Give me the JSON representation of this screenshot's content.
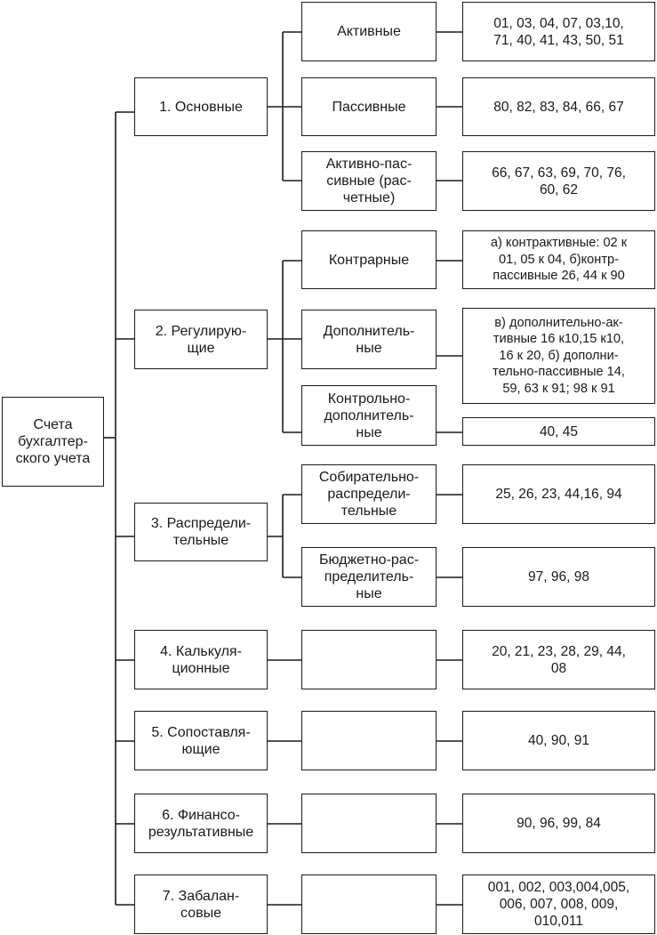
{
  "root": {
    "label": "Счета\nбухгалтер-\nского учета"
  },
  "groups": [
    {
      "label": "1. Основные",
      "items": [
        {
          "label": "Активные",
          "accounts": "01, 03, 04, 07, 03,10,\n71, 40, 41, 43, 50, 51"
        },
        {
          "label": "Пассивные",
          "accounts": "80, 82, 83, 84, 66, 67"
        },
        {
          "label": "Активно-пас-\nсивные (рас-\nчетные)",
          "accounts": "66, 67, 63, 69, 70, 76,\n60, 62"
        }
      ]
    },
    {
      "label": "2. Регулирую-\nщие",
      "items": [
        {
          "label": "Контрарные",
          "accounts": "а) контрактивные: 02 к\n01, 05 к 04, б)контр-\nпассивные 26, 44 к 90"
        },
        {
          "label": "Дополнитель-\nные",
          "accounts": "в) дополнительно-ак-\nтивные 16 к10,15 к10,\n16 к 20, б) дополни-\nтельно-пассивные 14,\n59, 63 к 91; 98 к 91"
        },
        {
          "label": "Контрольно-\nдополнитель-\nные",
          "accounts": "40, 45"
        }
      ]
    },
    {
      "label": "3. Распредели-\nтельные",
      "items": [
        {
          "label": "Собирательно-\nраспредели-\nтельные",
          "accounts": "25, 26, 23, 44,16, 94"
        },
        {
          "label": "Бюджетно-рас-\nпределитель-\nные",
          "accounts": "97, 96, 98"
        }
      ]
    },
    {
      "label": "4. Калькуля-\nционные",
      "items": [
        {
          "label": "",
          "accounts": "20, 21, 23, 28, 29, 44,\n08"
        }
      ]
    },
    {
      "label": "5. Сопоставля-\nющие",
      "items": [
        {
          "label": "",
          "accounts": "40, 90, 91"
        }
      ]
    },
    {
      "label": "6. Финансо-\nрезультативные",
      "items": [
        {
          "label": "",
          "accounts": "90, 96, 99, 84"
        }
      ]
    },
    {
      "label": "7. Забалан-\nсовые",
      "items": [
        {
          "label": "",
          "accounts": "001, 002, 003,004,005,\n006, 007, 008, 009,\n010,011"
        }
      ]
    }
  ]
}
